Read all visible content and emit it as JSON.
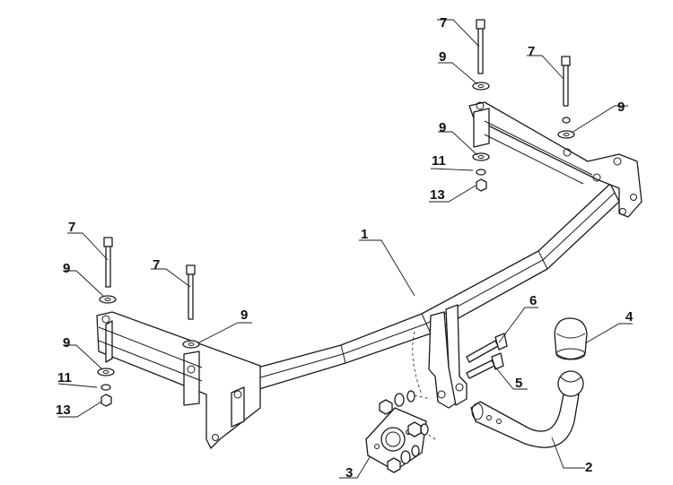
{
  "diagram": {
    "labels": [
      {
        "id": "l1",
        "text": "1"
      },
      {
        "id": "l2",
        "text": "2"
      },
      {
        "id": "l3",
        "text": "3"
      },
      {
        "id": "l4",
        "text": "4"
      },
      {
        "id": "l5",
        "text": "5"
      },
      {
        "id": "l6",
        "text": "6"
      },
      {
        "id": "l7a",
        "text": "7"
      },
      {
        "id": "l7b",
        "text": "7"
      },
      {
        "id": "l7c",
        "text": "7"
      },
      {
        "id": "l7d",
        "text": "7"
      },
      {
        "id": "l9a",
        "text": "9"
      },
      {
        "id": "l9b",
        "text": "9"
      },
      {
        "id": "l9c",
        "text": "9"
      },
      {
        "id": "l9d",
        "text": "9"
      },
      {
        "id": "l9e",
        "text": "9"
      },
      {
        "id": "l9f",
        "text": "9"
      },
      {
        "id": "l11a",
        "text": "11"
      },
      {
        "id": "l11b",
        "text": "11"
      },
      {
        "id": "l13a",
        "text": "13"
      },
      {
        "id": "l13b",
        "text": "13"
      }
    ]
  }
}
